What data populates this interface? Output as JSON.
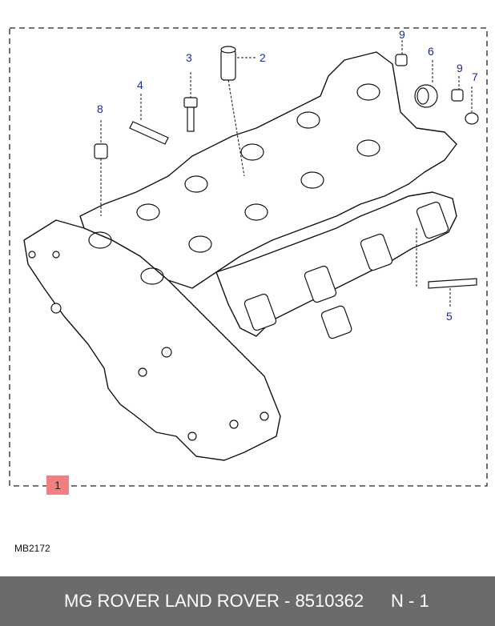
{
  "callouts": {
    "c1": "1",
    "c2": "2",
    "c3": "3",
    "c4": "4",
    "c5": "5",
    "c6": "6",
    "c7": "7",
    "c8": "8",
    "c9a": "9",
    "c9b": "9"
  },
  "drawing_code": "MB2172",
  "footer": {
    "title": "MG ROVER LAND ROVER - 8510362",
    "code": "N - 1"
  },
  "colors": {
    "callout_text": "#1a2a9a",
    "highlight": "#f08080",
    "footer_bg": "#6b6b6b",
    "footer_text": "#ffffff"
  }
}
